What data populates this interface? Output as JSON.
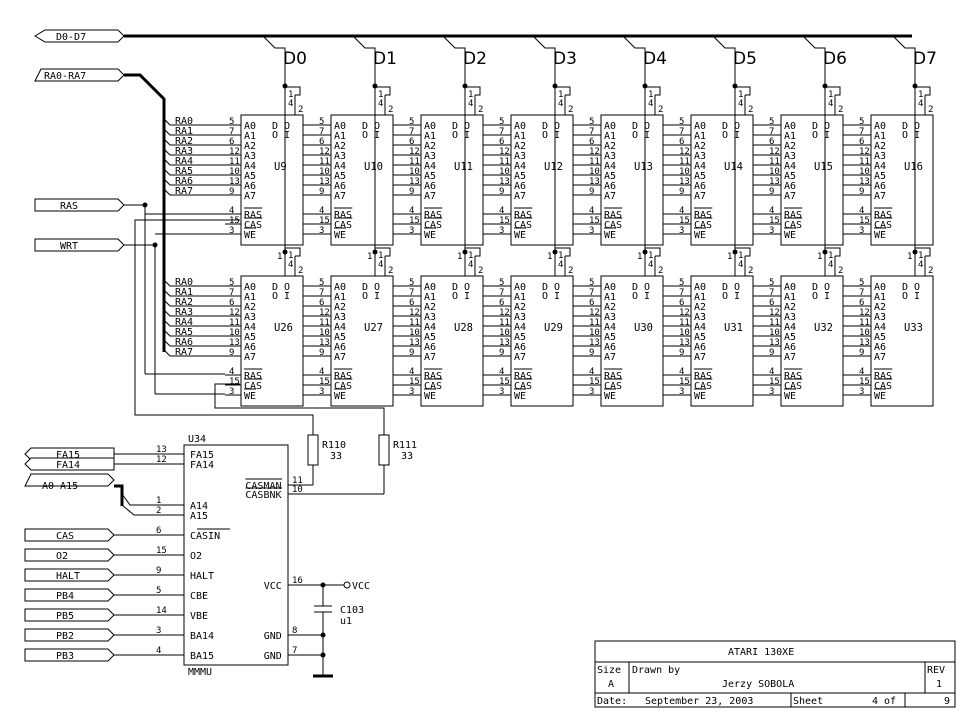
{
  "title_block": {
    "title": "ATARI 130XE",
    "size_label": "Size",
    "size_value": "A",
    "drawn_label": "Drawn by",
    "author": "Jerzy SOBOLA",
    "rev_label": "REV",
    "rev_value": "1",
    "date_label": "Date:",
    "date_value": "September 23, 2003",
    "sheet_label": "Sheet",
    "sheet_value": "4 of",
    "sheet_total": "9"
  },
  "buses": {
    "data": "D0-D7",
    "addr": "RA0-RA7",
    "fa_addr": "A0-A15"
  },
  "data_labels": [
    "D0",
    "D1",
    "D2",
    "D3",
    "D4",
    "D5",
    "D6",
    "D7"
  ],
  "ram_row1": [
    "U9",
    "U10",
    "U11",
    "U12",
    "U13",
    "U14",
    "U15",
    "U16"
  ],
  "ram_row2": [
    "U26",
    "U27",
    "U28",
    "U29",
    "U30",
    "U31",
    "U32",
    "U33"
  ],
  "addr_nets": [
    "RA0",
    "RA1",
    "RA2",
    "RA3",
    "RA4",
    "RA5",
    "RA6",
    "RA7"
  ],
  "ram_pins": {
    "a_labels": [
      "A0",
      "A1",
      "A2",
      "A3",
      "A4",
      "A5",
      "A6",
      "A7"
    ],
    "a_nums": [
      "5",
      "7",
      "6",
      "12",
      "11",
      "10",
      "13",
      "9"
    ],
    "ctrl_labels": [
      "RAS",
      "CAS",
      "WE"
    ],
    "ctrl_nums": [
      "4",
      "15",
      "3"
    ],
    "do_label": "D O",
    "di_label": "D I",
    "top_nums": [
      "1",
      "4",
      "2"
    ]
  },
  "ctrl_nets": [
    "RAS",
    "WRT"
  ],
  "mmu": {
    "name": "U34",
    "type": "MMMU",
    "left_pins": [
      {
        "net": "FA15",
        "num": "13",
        "label": "FA15"
      },
      {
        "net": "FA14",
        "num": "12",
        "label": "FA14"
      },
      {
        "net": "",
        "num": "1",
        "label": "A14"
      },
      {
        "net": "",
        "num": "2",
        "label": "A15"
      },
      {
        "net": "CAS",
        "num": "6",
        "label": "CASIN"
      },
      {
        "net": "O2",
        "num": "15",
        "label": "O2"
      },
      {
        "net": "HALT",
        "num": "9",
        "label": "HALT"
      },
      {
        "net": "PB4",
        "num": "5",
        "label": "CBE"
      },
      {
        "net": "PB5",
        "num": "14",
        "label": "VBE"
      },
      {
        "net": "PB2",
        "num": "3",
        "label": "BA14"
      },
      {
        "net": "PB3",
        "num": "4",
        "label": "BA15"
      }
    ],
    "right_pins": [
      {
        "num": "11",
        "label": "CASMAN"
      },
      {
        "num": "10",
        "label": "CASBNK"
      },
      {
        "num": "16",
        "label": "VCC"
      },
      {
        "num": "8",
        "label": "GND"
      },
      {
        "num": "7",
        "label": "GND"
      }
    ]
  },
  "resistors": [
    {
      "ref": "R110",
      "value": "33"
    },
    {
      "ref": "R111",
      "value": "33"
    }
  ],
  "capacitor": {
    "ref": "C103",
    "value": "u1"
  },
  "vcc_net": "VCC"
}
